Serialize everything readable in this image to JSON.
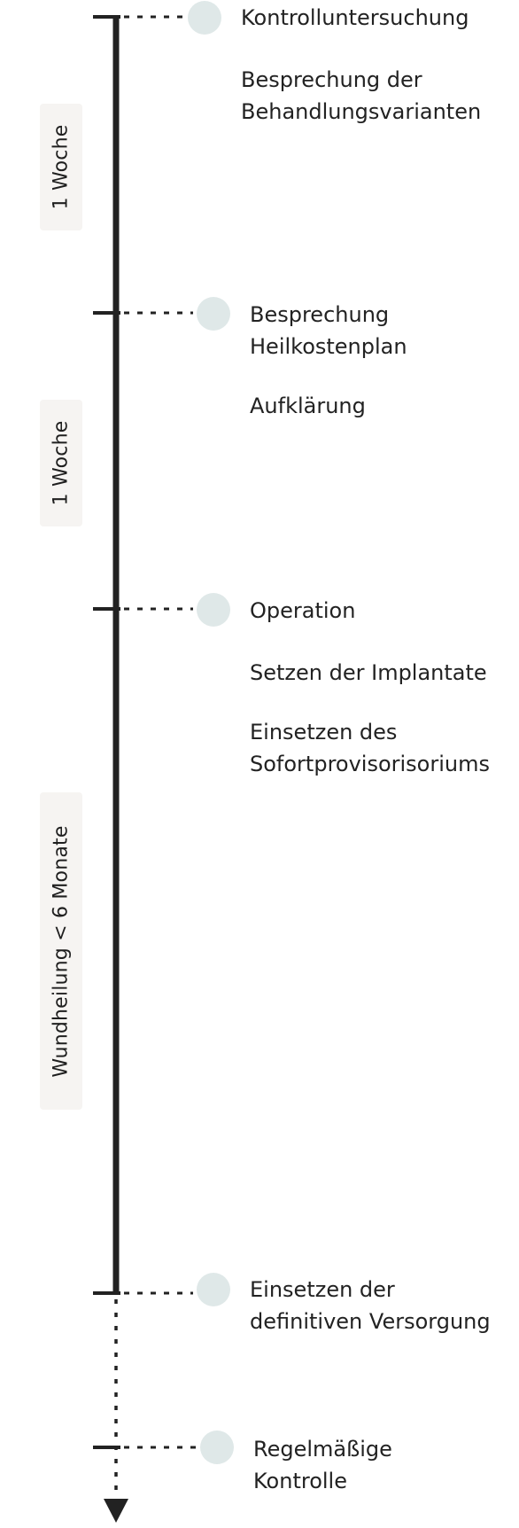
{
  "colors": {
    "axis": "#222222",
    "marker": "#dfe8e8",
    "label_bg": "#f6f4f2",
    "text": "#222222"
  },
  "milestones": [
    {
      "items": [
        [
          "Kontrolluntersuchung"
        ],
        [
          "Besprechung der",
          "Behandlungsvarianten"
        ]
      ]
    },
    {
      "items": [
        [
          "Besprechung",
          "Heilkostenplan"
        ],
        [
          "Aufklärung"
        ]
      ]
    },
    {
      "items": [
        [
          "Operation"
        ],
        [
          "Setzen der Implantate"
        ],
        [
          "Einsetzen des",
          "Sofortprovisorisoriums"
        ]
      ]
    },
    {
      "items": [
        [
          "Einsetzen der",
          "definitiven Versorgung"
        ]
      ]
    },
    {
      "items": [
        [
          "Regelmäßige",
          "Kontrolle"
        ]
      ]
    }
  ],
  "durations": [
    {
      "label": "1 Woche"
    },
    {
      "label": "1 Woche"
    },
    {
      "label": "Wundheilung < 6 Monate"
    }
  ]
}
